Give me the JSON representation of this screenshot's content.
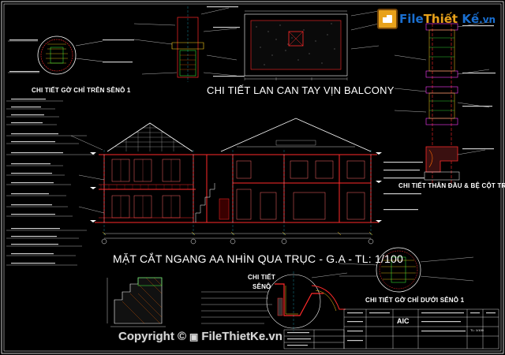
{
  "watermark": {
    "logo_text_1": "File",
    "logo_text_2": "Thiết",
    "logo_text_3": "Kế",
    "logo_text_4": ".vn",
    "copyright_text": "Copyright ©",
    "copyright_site": "FileThietKe.vn"
  },
  "titles": {
    "main_section": "MẶT CẮT NGANG AA NHÌN QUA TRỤC - G.A - TL: 1/100",
    "balcony_railing": "CHI TIẾT LAN CAN TAY VỊN BALCONY",
    "eave_edge_top": "CHI TIẾT GỜ CHỈ TRÊN SÊNÔ 1",
    "round_column": "CHI TIẾT THÂN ĐẦU & BỆ CỘT TRÒN",
    "eave_detail_line1": "CHI TIẾT",
    "eave_detail_line2": "SÊNÔ",
    "eave_edge_bottom": "CHI TIẾT GỜ CHỈ DƯỚI SÊNÔ 1"
  },
  "title_block": {
    "company": "AIC",
    "scale": "TL: 1/100"
  },
  "colors": {
    "background": "#000000",
    "lines_primary": "#ff2a2a",
    "lines_secondary": "#ffffff",
    "accent_yellow": "#ffd21a",
    "accent_green": "#3cff3c",
    "accent_cyan": "#2ae0ff",
    "accent_magenta": "#ff3cff",
    "hatch": "#ff6a00"
  }
}
